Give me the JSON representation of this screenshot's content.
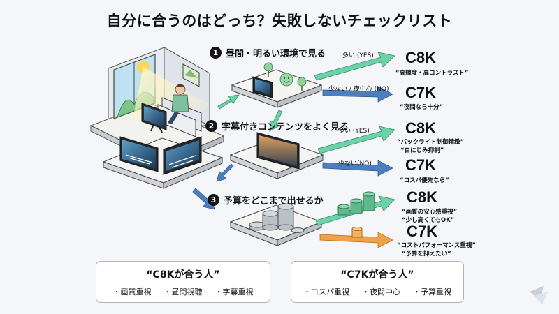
{
  "title": "自分に合うのはどっち？失敗しないチェックリスト",
  "steps": [
    {
      "num": "1",
      "label": "昼間・明るい環境で見る",
      "branches": [
        {
          "label": "多い (YES)",
          "model": "C8K",
          "notes": [
            "“高輝度・高コントラスト”"
          ]
        },
        {
          "label": "少ない / 夜中心 (NO)",
          "model": "C7K",
          "notes": [
            "“夜間なら十分”"
          ]
        }
      ]
    },
    {
      "num": "2",
      "label": "字幕付きコンテンツをよく見る",
      "branches": [
        {
          "label": "多い (YES)",
          "model": "C8K",
          "notes": [
            "“バックライト制御精緻”",
            "“白にじみ抑制”"
          ]
        },
        {
          "label": "少ない(NO)",
          "model": "C7K",
          "notes": [
            "“コスパ優先なら”"
          ]
        }
      ]
    },
    {
      "num": "3",
      "label": "予算をどこまで出せるか",
      "branches": [
        {
          "model": "C8K",
          "notes": [
            "“画質の安心感重視”",
            "“少し高くてもOK”"
          ]
        },
        {
          "model": "C7K",
          "notes": [
            "“コストパフォーマンス重視”",
            "“予算を抑えたい”"
          ]
        }
      ]
    }
  ],
  "summary": [
    {
      "title": "“C8Kが合う人”",
      "items": [
        "画質重視",
        "昼間視聴",
        "字幕重視"
      ]
    },
    {
      "title": "“C7Kが合う人”",
      "items": [
        "コスパ重視",
        "夜間中心",
        "予算重視"
      ]
    }
  ],
  "colors": {
    "arrow_yes": "#6cd3a8",
    "arrow_no": "#4d7fc0",
    "arrow_budget_low": "#f0a24a",
    "bubble_face": "#9ad8a6",
    "coin": "#b8c0c8",
    "coin_green": "#5fb98d",
    "panel_border": "#aeb4bc"
  },
  "icons": [
    "window-sun-icon",
    "viewer-icon",
    "tv-icon",
    "tree-icon",
    "smile-face-icon",
    "coin-stack-icon",
    "logo-mark-icon"
  ]
}
